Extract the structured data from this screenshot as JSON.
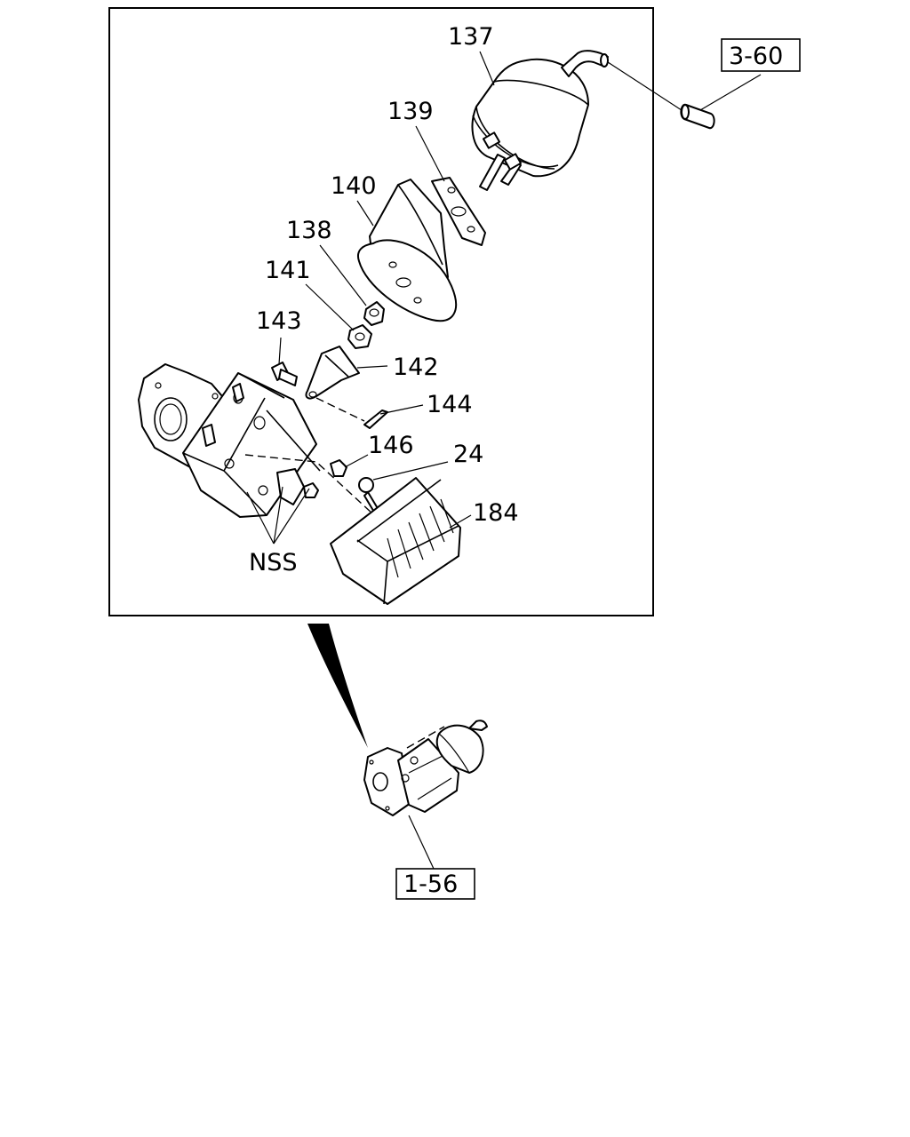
{
  "diagram": {
    "callouts": [
      {
        "id": "137",
        "text": "137"
      },
      {
        "id": "139",
        "text": "139"
      },
      {
        "id": "140",
        "text": "140"
      },
      {
        "id": "138",
        "text": "138"
      },
      {
        "id": "141",
        "text": "141"
      },
      {
        "id": "143",
        "text": "143"
      },
      {
        "id": "142",
        "text": "142"
      },
      {
        "id": "144",
        "text": "144"
      },
      {
        "id": "146",
        "text": "146"
      },
      {
        "id": "24",
        "text": "24"
      },
      {
        "id": "184",
        "text": "184"
      },
      {
        "id": "nss",
        "text": "NSS"
      }
    ],
    "references": [
      {
        "id": "ref-3-60",
        "text": "3-60"
      },
      {
        "id": "ref-1-56",
        "text": "1-56"
      }
    ]
  }
}
